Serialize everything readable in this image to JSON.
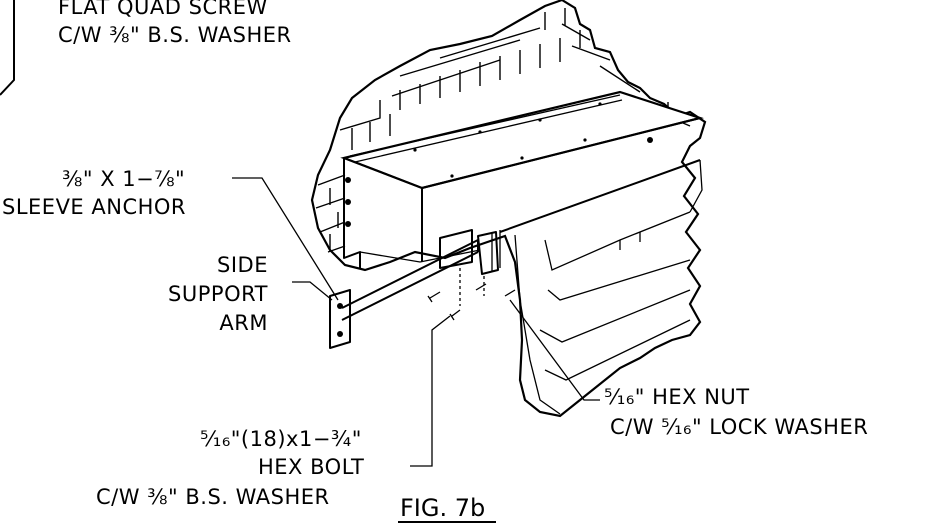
{
  "labels": {
    "top_line1": "FLAT QUAD SCREW",
    "top_line2": "C/W ⅜\" B.S. WASHER",
    "anchor_line1": "⅜\" X 1−⅞\"",
    "anchor_line2": "SLEEVE ANCHOR",
    "arm_line1": "SIDE",
    "arm_line2": "SUPPORT",
    "arm_line3": "ARM",
    "nut_line1": "⁵⁄₁₆\" HEX NUT",
    "nut_line2": "C/W ⁵⁄₁₆\" LOCK WASHER",
    "bolt_line1": "⁵⁄₁₆\"(18)x1−¾\"",
    "bolt_line2": "HEX BOLT",
    "bolt_line3": "C/W ⅜\" B.S. WASHER",
    "figure": "FIG. 7b"
  }
}
